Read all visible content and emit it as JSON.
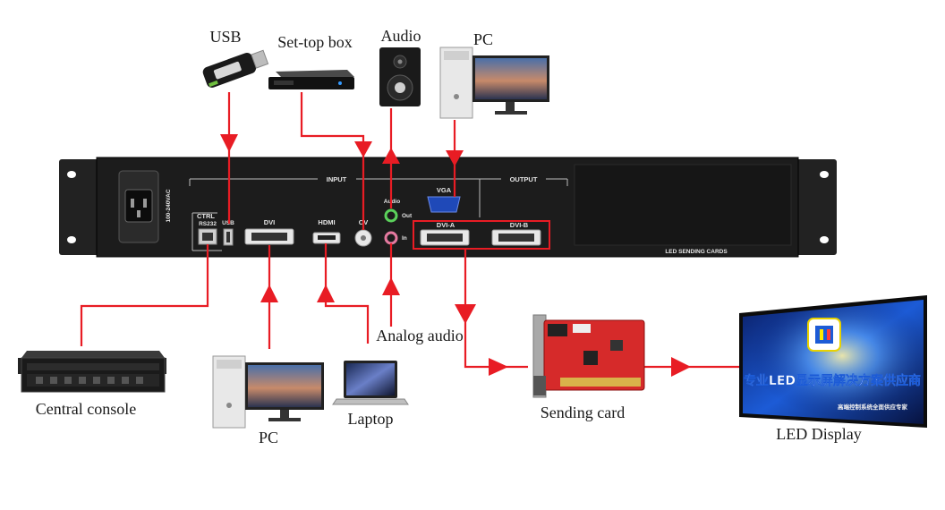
{
  "labels": {
    "usb": "USB",
    "settop": "Set-top box",
    "audio": "Audio",
    "pc_top": "PC",
    "central": "Central console",
    "pc_bottom": "PC",
    "laptop": "Laptop",
    "analog_audio": "Analog audio",
    "sending_card": "Sending card",
    "led_display": "LED Display"
  },
  "panel": {
    "power": "100-240VAC",
    "input": "INPUT",
    "output": "OUTPUT",
    "ctrl": "CTRL",
    "rs232": "RS232",
    "usb": "USB",
    "dvi": "DVI",
    "hdmi": "HDMI",
    "cv": "CV",
    "audio": "Audio",
    "out": "Out",
    "in": "In",
    "vga": "VGA",
    "dvi_a": "DVI-A",
    "dvi_b": "DVI-B",
    "led_sending_cards": "LED SENDING CARDS"
  },
  "screen": {
    "headline": "专业LED显示屏解决方案供应商",
    "subline": "高端控制系统全面供应专家"
  },
  "colors": {
    "wire": "#e81c24",
    "panel": "#1c1c1c",
    "highlight": "#e81c24"
  }
}
